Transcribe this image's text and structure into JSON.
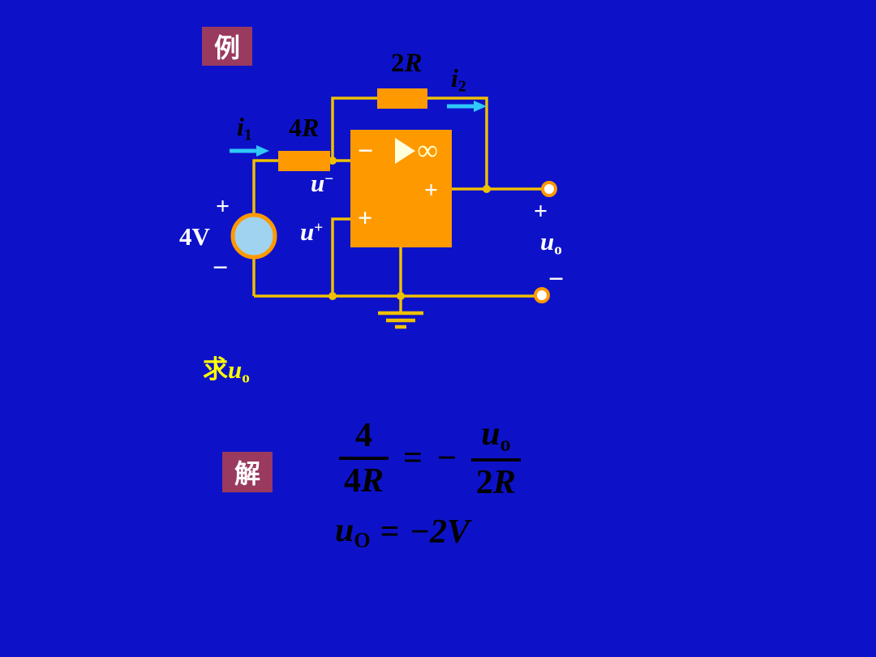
{
  "slide": {
    "example_label": "例",
    "solution_label": "解"
  },
  "colors": {
    "background": "#0d12c9",
    "box": "#993a5e",
    "wire": "#efc000",
    "component": "#ff9900",
    "arrow": "#30c8f8",
    "source_fill": "#9fd3ef",
    "question_text": "#ffff00"
  },
  "circuit": {
    "feedback_resistor": {
      "coef": "2",
      "var": "R"
    },
    "input_resistor": {
      "coef": "4",
      "var": "R"
    },
    "current_input": {
      "symbol": "i",
      "sub": "1"
    },
    "current_feedback": {
      "symbol": "i",
      "sub": "2"
    },
    "inverting_voltage": {
      "symbol": "u",
      "sup": "−"
    },
    "noninverting_voltage": {
      "symbol": "u",
      "sup": "+"
    },
    "source": {
      "value": "4V",
      "plus": "+",
      "minus": "−"
    },
    "opamp": {
      "inverting": "−",
      "noninverting": "+",
      "gain": "∞",
      "output_polarity": "+"
    },
    "output": {
      "plus": "+",
      "symbol": "u",
      "sub": "o",
      "minus": "−"
    }
  },
  "question": {
    "prefix": "求",
    "symbol": "u",
    "sub": "o"
  },
  "equations": {
    "line1": {
      "num1": "4",
      "den1_coef": "4",
      "den1_var": "R",
      "equals": "=",
      "minus": "−",
      "num2": "u",
      "num2_sub": "o",
      "den2_coef": "2",
      "den2_var": "R"
    },
    "line2": {
      "symbol": "u",
      "sub": "O",
      "equals": "=",
      "value": "−2V"
    }
  }
}
